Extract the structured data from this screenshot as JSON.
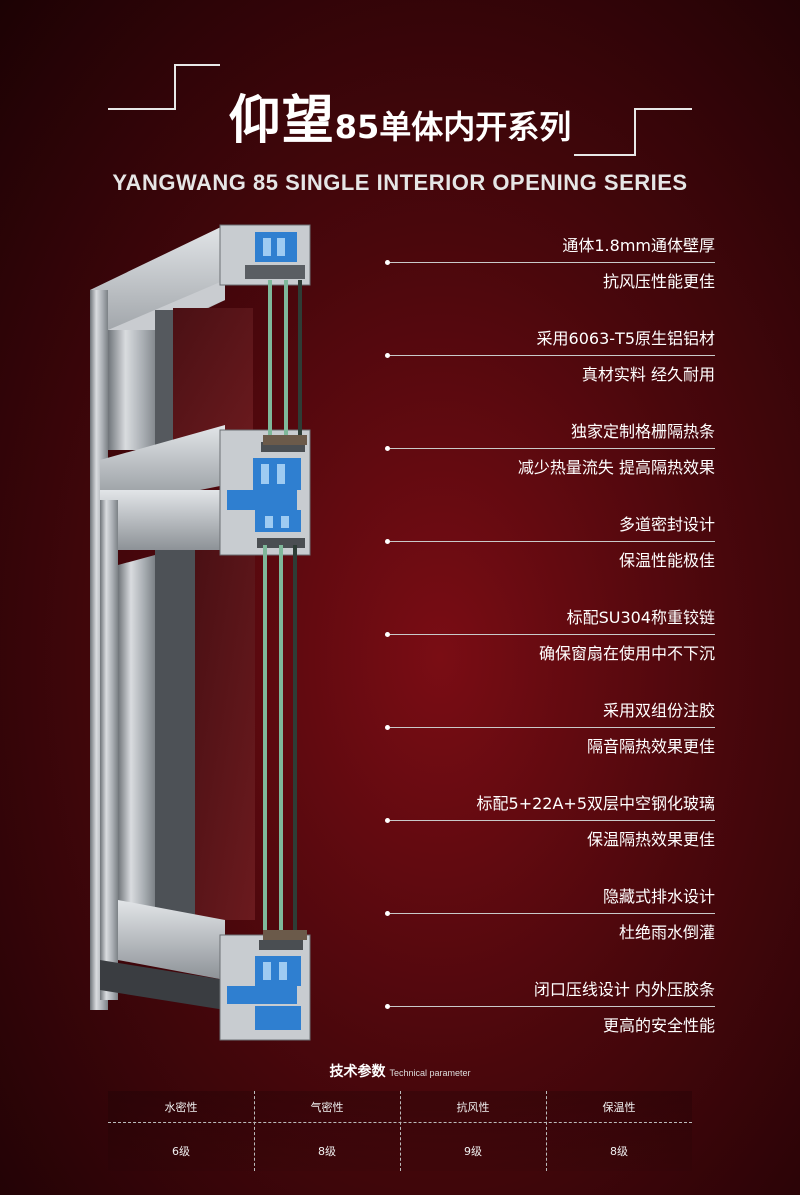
{
  "title": {
    "cn_big": "仰望",
    "cn_small": "85单体内开系列",
    "en": "YANGWANG 85 SINGLE INTERIOR OPENING SERIES"
  },
  "features": [
    {
      "line1": "通体1.8mm通体壁厚",
      "line2": "抗风压性能更佳"
    },
    {
      "line1": "采用6063-T5原生铝铝材",
      "line2": "真材实料 经久耐用"
    },
    {
      "line1": "独家定制格栅隔热条",
      "line2": "减少热量流失 提高隔热效果"
    },
    {
      "line1": "多道密封设计",
      "line2": "保温性能极佳"
    },
    {
      "line1": "标配SU304称重铰链",
      "line2": "确保窗扇在使用中不下沉"
    },
    {
      "line1": "采用双组份注胶",
      "line2": "隔音隔热效果更佳"
    },
    {
      "line1": "标配5+22A+5双层中空钢化玻璃",
      "line2": "保温隔热效果更佳"
    },
    {
      "line1": "隐藏式排水设计",
      "line2": "杜绝雨水倒灌"
    },
    {
      "line1": "闭口压线设计 内外压胶条",
      "line2": "更高的安全性能"
    }
  ],
  "params": {
    "title_cn": "技术参数",
    "title_en": "Technical parameter",
    "columns": [
      {
        "header": "水密性",
        "value": "6级"
      },
      {
        "header": "气密性",
        "value": "8级"
      },
      {
        "header": "抗风性",
        "value": "9级"
      },
      {
        "header": "保温性",
        "value": "8级"
      }
    ]
  },
  "colors": {
    "background": "#4a070c",
    "aluminum": "#b8bcc0",
    "thermal_break": "#2f7fd0",
    "glass_edge": "#7fb89a"
  }
}
